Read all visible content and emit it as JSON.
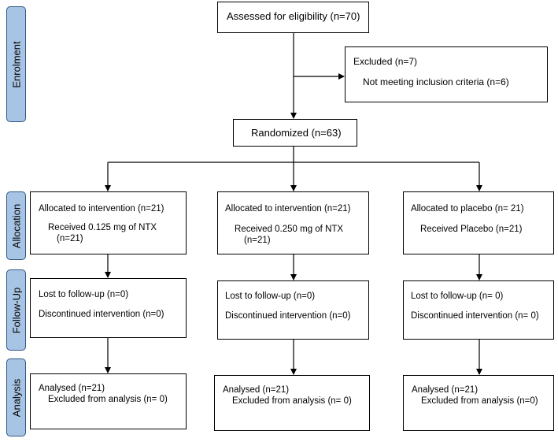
{
  "phases": [
    "Enrolment",
    "Allocation",
    "Follow-Up",
    "Analysis"
  ],
  "enrolment": {
    "assessed": "Assessed for eligibility (n=70)",
    "excluded_title": "Excluded (n=7)",
    "excluded_reason": "Not meeting inclusion criteria (n=6)",
    "randomized": "Randomized (n=63)"
  },
  "arms": [
    {
      "allocation": {
        "line1": "Allocated to intervention (n=21)",
        "line2": "Received 0.125 mg of NTX",
        "line3": "(n=21)"
      },
      "followup": {
        "lost": "Lost to follow-up (n=0)",
        "discontinued": "Discontinued intervention (n=0)"
      },
      "analysis": {
        "analysed": "Analysed (n=21)",
        "excluded": "Excluded from analysis (n= 0)"
      }
    },
    {
      "allocation": {
        "line1": "Allocated to intervention (n=21)",
        "line2": "Received 0.250 mg of NTX",
        "line3": "(n=21)"
      },
      "followup": {
        "lost": "Lost to follow-up (n=0)",
        "discontinued": "Discontinued intervention (n=0)"
      },
      "analysis": {
        "analysed": "Analysed (n=21)",
        "excluded": "Excluded from analysis (n= 0)"
      }
    },
    {
      "allocation": {
        "line1": "Allocated to placebo (n= 21)",
        "line2": "Received Placebo (n=21)",
        "line3": ""
      },
      "followup": {
        "lost": "Lost to follow-up (n= 0)",
        "discontinued": "Discontinued intervention (n= 0)"
      },
      "analysis": {
        "analysed": "Analysed (n=21)",
        "excluded": "Excluded from analysis (n=0)"
      }
    }
  ]
}
